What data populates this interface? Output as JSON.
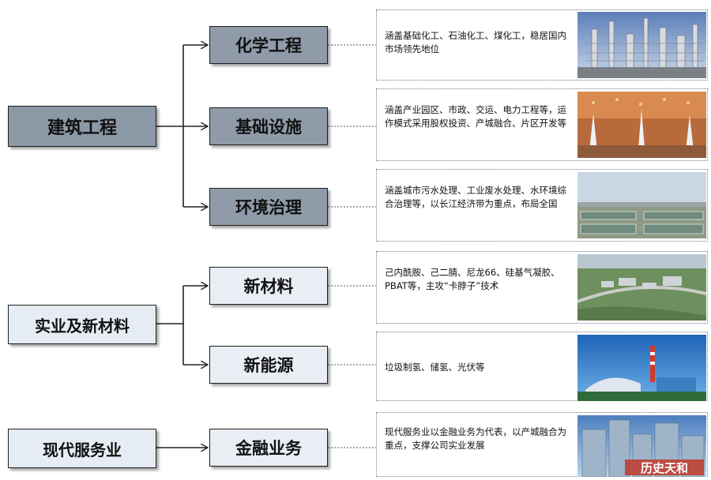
{
  "categories": [
    {
      "label": "建筑工程",
      "style": "dark"
    },
    {
      "label": "实业及新材料",
      "style": "light"
    },
    {
      "label": "现代服务业",
      "style": "light"
    }
  ],
  "subcategories": [
    {
      "label": "化学工程",
      "style": "dark",
      "description": "涵盖基础化工、石油化工、煤化工，稳居国内市场领先地位"
    },
    {
      "label": "基础设施",
      "style": "dark",
      "description": "涵盖产业园区、市政、交运、电力工程等，运作模式采用股权投资、产城融合、片区开发等"
    },
    {
      "label": "环境治理",
      "style": "dark",
      "description": "涵盖城市污水处理、工业废水处理、水环境综合治理等，以长江经济带为重点，布局全国"
    },
    {
      "label": "新材料",
      "style": "light",
      "description": "己内酰胺、己二腈、尼龙66、硅基气凝胶、PBAT等，主攻“卡脖子”技术"
    },
    {
      "label": "新能源",
      "style": "light",
      "description": "垃圾制氢、储氢、光伏等"
    },
    {
      "label": "金融业务",
      "style": "light",
      "description": "现代服务业以金融业务为代表，以产城融合为重点，支撑公司实业发展"
    }
  ],
  "photos": [
    {
      "name": "chemical-plant-photo"
    },
    {
      "name": "infrastructure-hall-photo"
    },
    {
      "name": "water-treatment-photo"
    },
    {
      "name": "industrial-park-aerial-photo"
    },
    {
      "name": "power-plant-photo"
    },
    {
      "name": "city-buildings-photo",
      "sign_text": "历史天和"
    }
  ]
}
